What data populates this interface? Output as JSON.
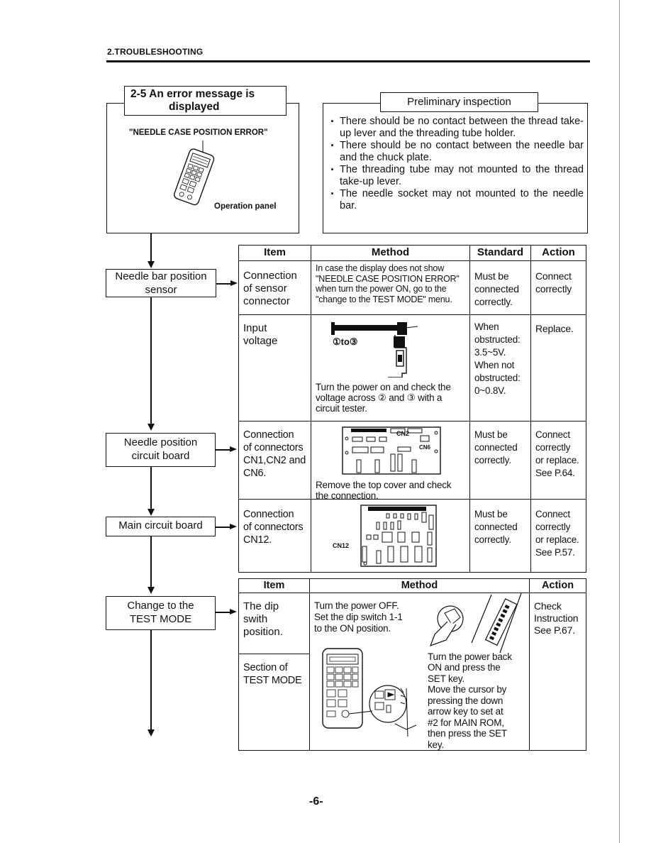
{
  "header": {
    "section": "2.TROUBLESHOOTING"
  },
  "error_box": {
    "title_line1": "2-5   An error message is",
    "title_line2": "displayed",
    "message": "\"NEEDLE CASE POSITION ERROR\"",
    "panel_label": "Operation panel"
  },
  "preliminary": {
    "title": "Preliminary inspection",
    "items": [
      "There should be no contact between the thread take-up lever and the threading tube holder.",
      "There should be no contact between the needle bar and the chuck plate.",
      "The threading tube may not mounted to the thread take-up lever.",
      "The needle socket may not mounted to the needle bar."
    ]
  },
  "flow": {
    "step1": [
      "Needle bar position",
      "sensor"
    ],
    "step2": [
      "Needle position",
      "circuit board"
    ],
    "step3": [
      "Main circuit board"
    ],
    "step4": [
      "Change to the",
      "TEST MODE"
    ]
  },
  "table1": {
    "headers": [
      "Item",
      "Method",
      "Standard",
      "Action"
    ],
    "rows": [
      {
        "item": [
          "Connection",
          "of sensor",
          "connector"
        ],
        "method": "In case the display does not show \"NEEDLE CASE POSITION ERROR\" when turn the power ON, go to the \"change to the TEST MODE\" menu.",
        "standard": [
          "Must be",
          "connected",
          "correctly."
        ],
        "action": [
          "Connect",
          "correctly"
        ]
      },
      {
        "item": [
          "Input",
          "voltage"
        ],
        "method_label": "①to③",
        "method": "Turn the power on and check the voltage across ② and ③ with a circuit tester.",
        "standard": [
          "When",
          "obstructed:",
          "3.5~5V.",
          "When not",
          "obstructed:",
          "0~0.8V."
        ],
        "action": [
          "Replace."
        ]
      },
      {
        "item": [
          "Connection",
          "of connectors",
          "CN1,CN2 and",
          "CN6."
        ],
        "method": "Remove the top cover and check the connection.",
        "board_labels": [
          "CN2",
          "CN6"
        ],
        "standard": [
          "Must be",
          "connected",
          "correctly."
        ],
        "action": [
          "Connect",
          "correctly",
          "or replace.",
          "See P.64."
        ]
      },
      {
        "item": [
          "Connection",
          "of connectors",
          "CN12."
        ],
        "board_label": "CN12",
        "standard": [
          "Must be",
          "connected",
          "correctly."
        ],
        "action": [
          "Connect",
          "correctly",
          "or replace.",
          "See P.57."
        ]
      }
    ]
  },
  "table2": {
    "headers": [
      "Item",
      "Method",
      "Action"
    ],
    "rows": [
      {
        "item": [
          "The dip",
          "swith",
          "position."
        ],
        "method": [
          "Turn the power OFF.",
          "Set the dip switch 1-1",
          "to the ON position."
        ],
        "action": [
          "Check",
          "Instruction",
          "See P.67."
        ]
      },
      {
        "item": [
          "Section of",
          "TEST MODE"
        ],
        "method": [
          "Turn the power back",
          "ON and press the",
          "SET key.",
          "Move the cursor by",
          "pressing the down",
          "arrow key to set at",
          "#2 for MAIN ROM,",
          "then press the SET",
          "key."
        ]
      }
    ]
  },
  "page_number": "-6-"
}
